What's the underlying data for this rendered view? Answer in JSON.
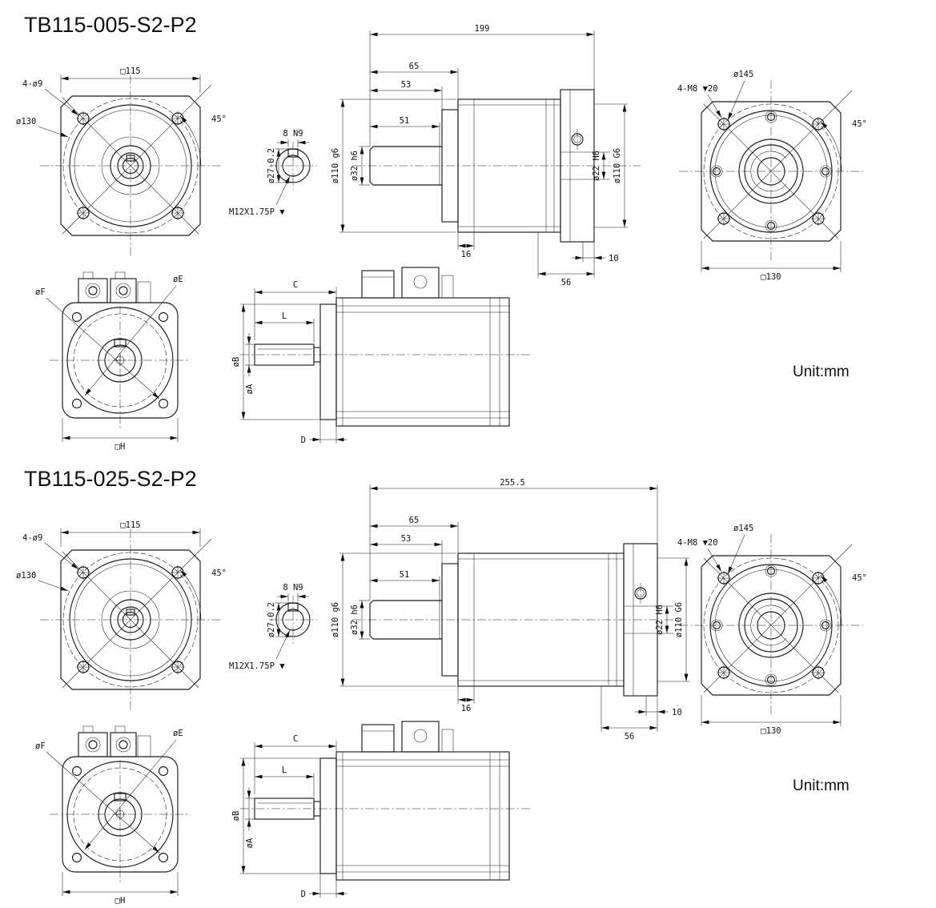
{
  "unit": "Unit:mm",
  "s1": {
    "title": "TB115-005-S2-P2",
    "front": {
      "sq": "□115",
      "holes": "4-ø9",
      "bc": "ø130",
      "angle": "45°"
    },
    "shaft": {
      "key": "8 N9",
      "dia": "ø27-0.2",
      "thread": "M12X1.75P ▼"
    },
    "side": {
      "len": "199",
      "d65": "65",
      "d53": "53",
      "d51": "51",
      "shaft_dia": "ø32 h6",
      "pilot": "ø110 g6",
      "bore": "ø22 H6",
      "out_pilot": "ø110 G6",
      "d16": "16",
      "d10": "10",
      "d56": "56"
    },
    "back": {
      "bc": "ø145",
      "tap": "4-M8 ▼20",
      "angle": "45°",
      "sq": "□130"
    },
    "mfront": {
      "f": "øF",
      "e": "øE",
      "h": "□H"
    },
    "mside": {
      "c": "C",
      "l": "L",
      "b": "øB",
      "a": "øA",
      "d": "D"
    }
  },
  "s2": {
    "title": "TB115-025-S2-P2",
    "front": {
      "sq": "□115",
      "holes": "4-ø9",
      "bc": "ø130",
      "angle": "45°"
    },
    "shaft": {
      "key": "8 N9",
      "dia": "ø27-0.2",
      "thread": "M12X1.75P ▼"
    },
    "side": {
      "len": "255.5",
      "d65": "65",
      "d53": "53",
      "d51": "51",
      "shaft_dia": "ø32 h6",
      "pilot": "ø110 g6",
      "bore": "ø22 H6",
      "out_pilot": "ø110 G6",
      "d16": "16",
      "d10": "10",
      "d56": "56"
    },
    "back": {
      "bc": "ø145",
      "tap": "4-M8 ▼20",
      "angle": "45°",
      "sq": "□130"
    },
    "mfront": {
      "f": "øF",
      "e": "øE",
      "h": "□H"
    },
    "mside": {
      "c": "C",
      "l": "L",
      "b": "øB",
      "a": "øA",
      "d": "D"
    }
  }
}
